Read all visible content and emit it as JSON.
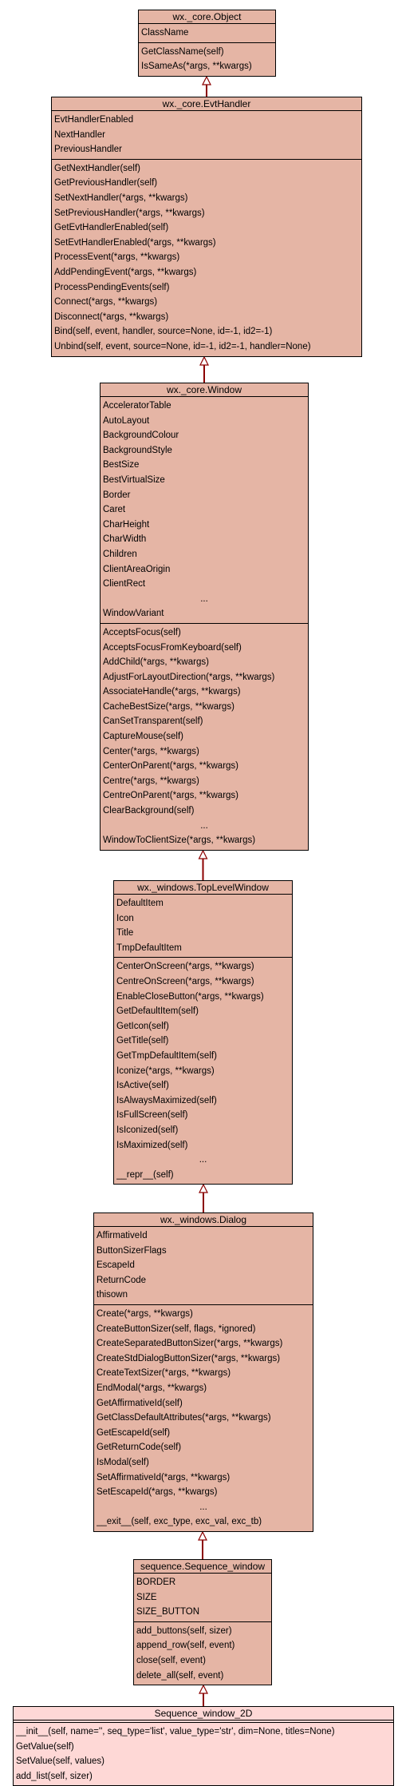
{
  "classes": [
    {
      "title": "wx._core.Object",
      "attributes": [
        "ClassName"
      ],
      "methods": [
        "GetClassName(self)",
        "IsSameAs(*args, **kwargs)"
      ]
    },
    {
      "title": "wx._core.EvtHandler",
      "attributes": [
        "EvtHandlerEnabled",
        "NextHandler",
        "PreviousHandler"
      ],
      "methods": [
        "GetNextHandler(self)",
        "GetPreviousHandler(self)",
        "SetNextHandler(*args, **kwargs)",
        "SetPreviousHandler(*args, **kwargs)",
        "GetEvtHandlerEnabled(self)",
        "SetEvtHandlerEnabled(*args, **kwargs)",
        "ProcessEvent(*args, **kwargs)",
        "AddPendingEvent(*args, **kwargs)",
        "ProcessPendingEvents(self)",
        "Connect(*args, **kwargs)",
        "Disconnect(*args, **kwargs)",
        "Bind(self, event, handler, source=None, id=-1, id2=-1)",
        "Unbind(self, event, source=None, id=-1, id2=-1, handler=None)"
      ]
    },
    {
      "title": "wx._core.Window",
      "attributes": [
        "AcceleratorTable",
        "AutoLayout",
        "BackgroundColour",
        "BackgroundStyle",
        "BestSize",
        "BestVirtualSize",
        "Border",
        "Caret",
        "CharHeight",
        "CharWidth",
        "Children",
        "ClientAreaOrigin",
        "ClientRect",
        "...",
        "WindowVariant"
      ],
      "methods": [
        "AcceptsFocus(self)",
        "AcceptsFocusFromKeyboard(self)",
        "AddChild(*args, **kwargs)",
        "AdjustForLayoutDirection(*args, **kwargs)",
        "AssociateHandle(*args, **kwargs)",
        "CacheBestSize(*args, **kwargs)",
        "CanSetTransparent(self)",
        "CaptureMouse(self)",
        "Center(*args, **kwargs)",
        "CenterOnParent(*args, **kwargs)",
        "Centre(*args, **kwargs)",
        "CentreOnParent(*args, **kwargs)",
        "ClearBackground(self)",
        "...",
        "WindowToClientSize(*args, **kwargs)"
      ]
    },
    {
      "title": "wx._windows.TopLevelWindow",
      "attributes": [
        "DefaultItem",
        "Icon",
        "Title",
        "TmpDefaultItem"
      ],
      "methods": [
        "CenterOnScreen(*args, **kwargs)",
        "CentreOnScreen(*args, **kwargs)",
        "EnableCloseButton(*args, **kwargs)",
        "GetDefaultItem(self)",
        "GetIcon(self)",
        "GetTitle(self)",
        "GetTmpDefaultItem(self)",
        "Iconize(*args, **kwargs)",
        "IsActive(self)",
        "IsAlwaysMaximized(self)",
        "IsFullScreen(self)",
        "IsIconized(self)",
        "IsMaximized(self)",
        "...",
        "__repr__(self)"
      ]
    },
    {
      "title": "wx._windows.Dialog",
      "attributes": [
        "AffirmativeId",
        "ButtonSizerFlags",
        "EscapeId",
        "ReturnCode",
        "thisown"
      ],
      "methods": [
        "Create(*args, **kwargs)",
        "CreateButtonSizer(self, flags, *ignored)",
        "CreateSeparatedButtonSizer(*args, **kwargs)",
        "CreateStdDialogButtonSizer(*args, **kwargs)",
        "CreateTextSizer(*args, **kwargs)",
        "EndModal(*args, **kwargs)",
        "GetAffirmativeId(self)",
        "GetClassDefaultAttributes(*args, **kwargs)",
        "GetEscapeId(self)",
        "GetReturnCode(self)",
        "IsModal(self)",
        "SetAffirmativeId(*args, **kwargs)",
        "SetEscapeId(*args, **kwargs)",
        "...",
        "__exit__(self, exc_type, exc_val, exc_tb)"
      ]
    },
    {
      "title": "sequence.Sequence_window",
      "attributes": [
        "BORDER",
        "SIZE",
        "SIZE_BUTTON"
      ],
      "methods": [
        "add_buttons(self, sizer)",
        "append_row(self, event)",
        "close(self, event)",
        "delete_all(self, event)"
      ]
    },
    {
      "title": "Sequence_window_2D",
      "attributes": [],
      "methods": [
        "__init__(self, name='', seq_type='list', value_type='str', dim=None, titles=None)",
        "GetValue(self)",
        "SetValue(self, values)",
        "add_list(self, sizer)"
      ]
    }
  ],
  "colors": {
    "class_fill": "#e5b5a5",
    "leaf_fill": "#fed8d6",
    "edge": "#8b0000",
    "border": "#000000"
  }
}
